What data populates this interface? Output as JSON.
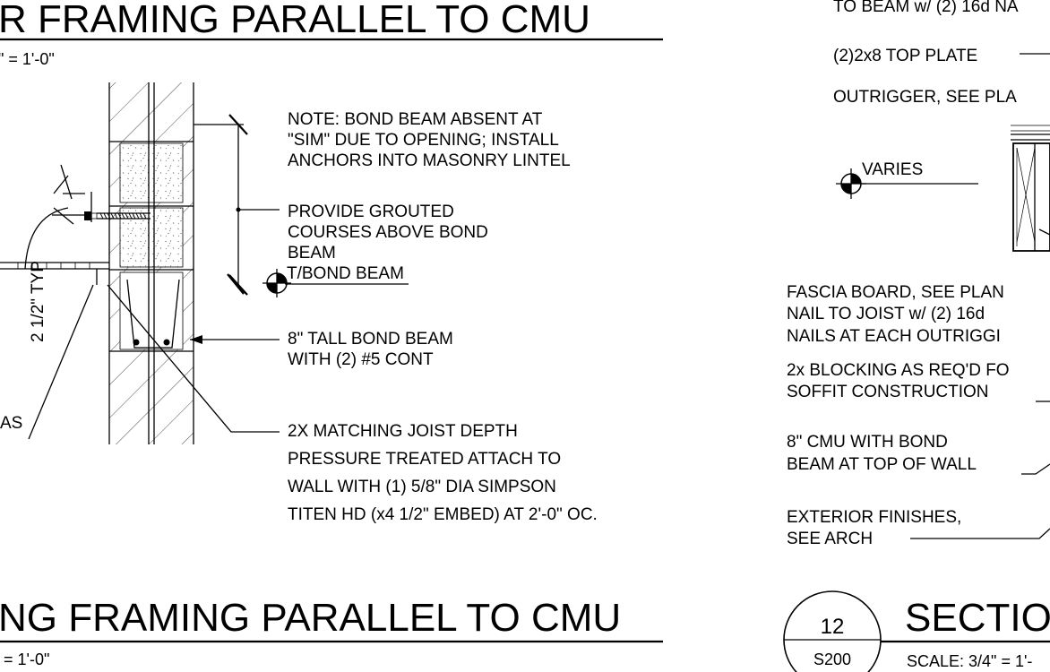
{
  "top_left": {
    "title": "R FRAMING PARALLEL TO CMU",
    "scale": "\" = 1'-0\"",
    "notes": {
      "note_line1": "NOTE: BOND BEAM ABSENT AT",
      "note_line2": "\"SIM\" DUE TO OPENING; INSTALL",
      "note_line3": "ANCHORS INTO MASONRY LINTEL",
      "grout_line1": "PROVIDE GROUTED",
      "grout_line2": "COURSES ABOVE BOND",
      "grout_line3": "BEAM",
      "tbond": "T/BOND BEAM",
      "bond_line1": "8\" TALL BOND BEAM",
      "bond_line2": "WITH (2) #5 CONT",
      "joist_line1": "2X MATCHING JOIST DEPTH",
      "joist_line2": "PRESSURE TREATED ATTACH TO",
      "joist_line3": "WALL WITH (1) 5/8\" DIA SIMPSON",
      "joist_line4": "TITEN HD (x4 1/2\" EMBED) AT 2'-0\" OC.",
      "typ_dim": "2 1/2\" TYP",
      "as_frag": "AS"
    }
  },
  "bottom_left": {
    "title": "NG FRAMING PARALLEL TO CMU",
    "scale": "= 1'-0\""
  },
  "right": {
    "notes": {
      "beam": "TO BEAM w/ (2) 16d NA",
      "top_plate": "(2)2x8 TOP PLATE",
      "outrigger": "OUTRIGGER, SEE PLA",
      "varies": "VARIES",
      "fascia_line1": "FASCIA BOARD, SEE PLAN",
      "fascia_line2": "NAIL TO JOIST w/ (2) 16d",
      "fascia_line3": "NAILS AT EACH OUTRIGGI",
      "block_line1": "2x BLOCKING AS REQ'D FO",
      "block_line2": "SOFFIT CONSTRUCTION",
      "cmu_line1": "8\" CMU WITH BOND",
      "cmu_line2": "BEAM AT TOP OF WALL",
      "ext_line1": "EXTERIOR FINISHES,",
      "ext_line2": "SEE ARCH"
    },
    "callout_number": "12",
    "callout_sheet": "S200",
    "title": "SECTION",
    "scale": "SCALE: 3/4\" = 1'-"
  }
}
